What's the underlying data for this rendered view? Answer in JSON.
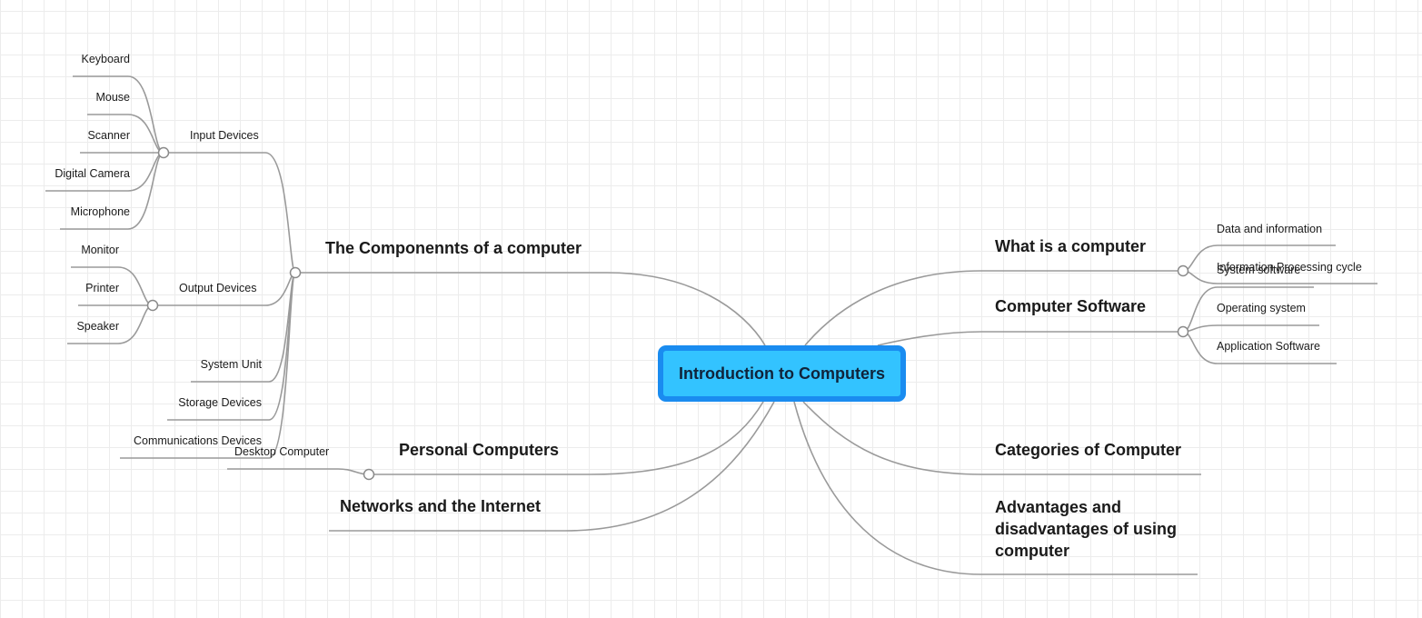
{
  "central_topic": "Introduction to Computers",
  "colors": {
    "central_fill": "#33c3ff",
    "central_border": "#1a8cf0",
    "connector": "#9a9a9a",
    "grid": "#ececec"
  },
  "left_branches": {
    "components": {
      "label": "The Componennts of a computer",
      "input_devices": {
        "label": "Input Devices",
        "items": [
          "Keyboard",
          "Mouse",
          "Scanner",
          "Digital Camera",
          "Microphone"
        ]
      },
      "output_devices": {
        "label": "Output Devices",
        "items": [
          "Monitor",
          "Printer",
          "Speaker"
        ]
      },
      "system_unit": "System Unit",
      "storage_devices": "Storage Devices",
      "communications_devices": "Communications Devices"
    },
    "personal_computers": {
      "label": "Personal Computers",
      "items": [
        "Desktop Computer"
      ]
    },
    "networks": {
      "label": "Networks and the Internet"
    }
  },
  "right_branches": {
    "what_is": {
      "label": "What is a computer",
      "items": [
        "Data and information",
        "Information Processing cycle"
      ]
    },
    "software": {
      "label": "Computer Software",
      "items": [
        "System software",
        "Operating system",
        "Application Software"
      ]
    },
    "categories": {
      "label": "Categories of Computer"
    },
    "advantages": {
      "label": "Advantages and disadvantages of using computer"
    }
  }
}
